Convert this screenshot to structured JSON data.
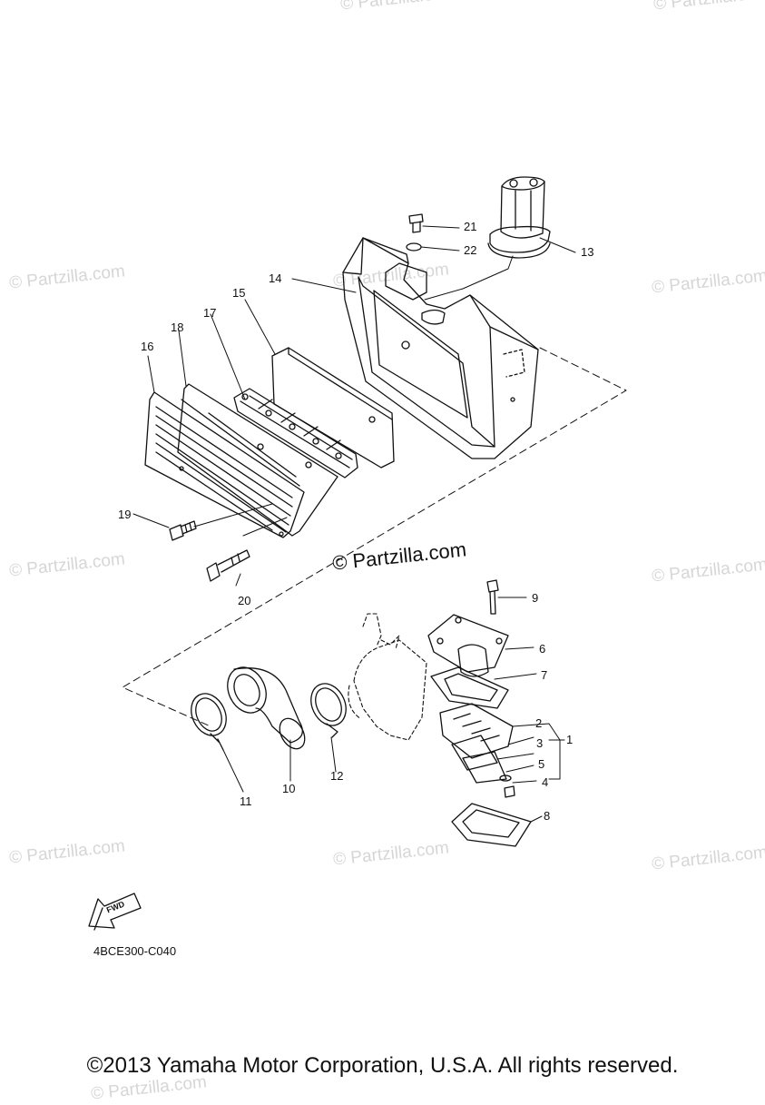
{
  "watermarks": [
    "© Partzilla.com",
    "© Partzilla.com",
    "© Partzilla.com",
    "© Partzilla.com",
    "© Partzilla.com",
    "© Partzilla.com",
    "© Partzilla.com",
    "© Partzilla.com",
    "© Partzilla.com",
    "© Partzilla.com",
    "© Partzilla.com"
  ],
  "main_watermark": "© Partzilla.com",
  "callouts": {
    "c1": "1",
    "c2": "2",
    "c3": "3",
    "c4": "4",
    "c5": "5",
    "c6": "6",
    "c7": "7",
    "c8": "8",
    "c9": "9",
    "c10": "10",
    "c11": "11",
    "c12": "12",
    "c13": "13",
    "c14": "14",
    "c15": "15",
    "c16": "16",
    "c17": "17",
    "c18": "18",
    "c19": "19",
    "c20": "20",
    "c21": "21",
    "c22": "22"
  },
  "fwd_label": "FWD",
  "diagram_code": "4BCE300-C040",
  "copyright": "©2013 Yamaha Motor Corporation, U.S.A. All rights reserved."
}
